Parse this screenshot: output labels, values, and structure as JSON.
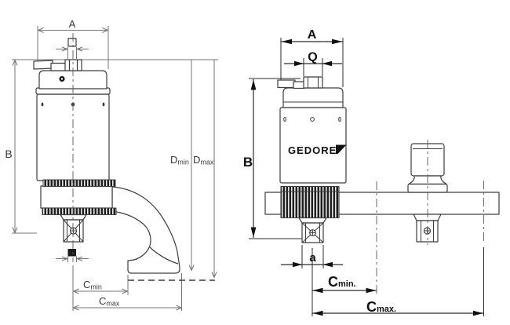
{
  "diagram": {
    "title": "torque-multiplier-technical-drawing",
    "colors": {
      "outline": "#3d3d3d",
      "dimension_line_left": "#757575",
      "dimension_line_right": "#2b2b2b",
      "label_left": "#3a3a3a",
      "label_right": "#111111",
      "centerline": "#5a5a5a",
      "knurl_dark": "#1f1f1f",
      "background": "#ffffff"
    },
    "left_view": {
      "labels": {
        "a_top": "A",
        "b": "B",
        "c_min": {
          "base": "C",
          "sub": "min"
        },
        "c_max": {
          "base": "C",
          "sub": "max"
        },
        "d_min": {
          "base": "D",
          "sub": "min"
        },
        "d_max": {
          "base": "D",
          "sub": "max"
        }
      }
    },
    "right_view": {
      "brand_logo": "GEDORE",
      "labels": {
        "a_top": "A",
        "q": "Q",
        "b": "B",
        "a_drive": "a",
        "c_min": {
          "base": "C",
          "sub": "min."
        },
        "c_max": {
          "base": "C",
          "sub": "max."
        }
      }
    }
  }
}
